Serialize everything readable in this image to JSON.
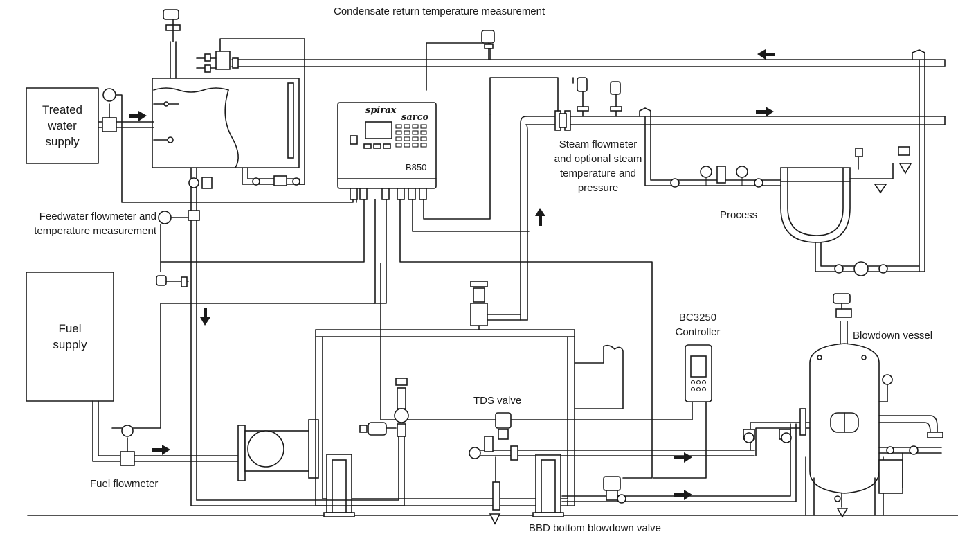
{
  "diagram": {
    "labels": {
      "condensate_return": "Condensate return temperature measurement",
      "treated_water": [
        "Treated",
        "water",
        "supply"
      ],
      "feedwater_flowmeter": [
        "Feedwater flowmeter and",
        "temperature measurement"
      ],
      "fuel_supply": [
        "Fuel",
        "supply"
      ],
      "fuel_flowmeter": "Fuel flowmeter",
      "steam_flowmeter": [
        "Steam flowmeter",
        "and optional steam",
        "temperature and",
        "pressure"
      ],
      "process": "Process",
      "bc3250": [
        "BC3250",
        "Controller"
      ],
      "blowdown_vessel": "Blowdown vessel",
      "tds_valve": "TDS valve",
      "bbd_valve": "BBD bottom blowdown valve"
    },
    "controller": {
      "brand_top": "spirax",
      "brand_bottom": "sarco",
      "model": "B850"
    }
  }
}
